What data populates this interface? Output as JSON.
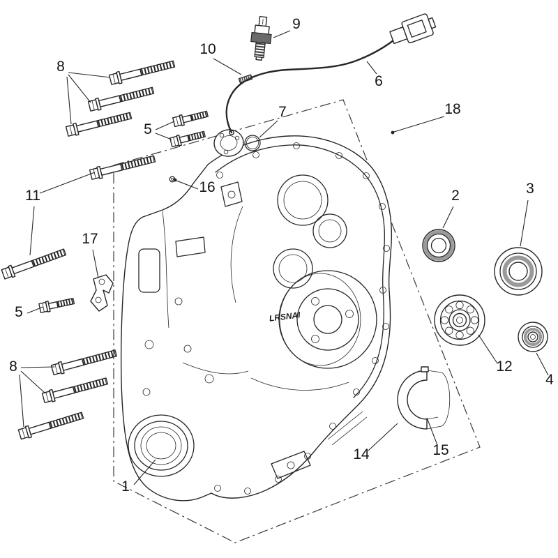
{
  "diagram": {
    "kind": "exploded-parts-diagram",
    "brand_text": "LRSNAI",
    "line_color": "#262626",
    "background_color": "#ffffff",
    "callouts": [
      {
        "label": "9",
        "part": "oil-pressure-sensor"
      },
      {
        "label": "10",
        "part": "sensor-pin"
      },
      {
        "label": "6",
        "part": "sensor-wire-harness"
      },
      {
        "label": "8",
        "part": "flange-bolt-set-upper"
      },
      {
        "label": "5",
        "part": "short-bolt-pair"
      },
      {
        "label": "7",
        "part": "o-ring"
      },
      {
        "label": "18",
        "part": "crankcase-cover-assembly"
      },
      {
        "label": "16",
        "part": "dowel-screw"
      },
      {
        "label": "11",
        "part": "long-bolt-pair"
      },
      {
        "label": "2",
        "part": "oil-seal"
      },
      {
        "label": "3",
        "part": "bearing-large"
      },
      {
        "label": "17",
        "part": "retainer-bracket"
      },
      {
        "label": "5",
        "part": "short-bolt-single"
      },
      {
        "label": "8",
        "part": "flange-bolt-set-lower"
      },
      {
        "label": "12",
        "part": "ball-bearing"
      },
      {
        "label": "4",
        "part": "bearing-small"
      },
      {
        "label": "14",
        "part": "bearing-bush-lower"
      },
      {
        "label": "15",
        "part": "bearing-bush-upper"
      },
      {
        "label": "1",
        "part": "crankcase-bore"
      }
    ]
  }
}
